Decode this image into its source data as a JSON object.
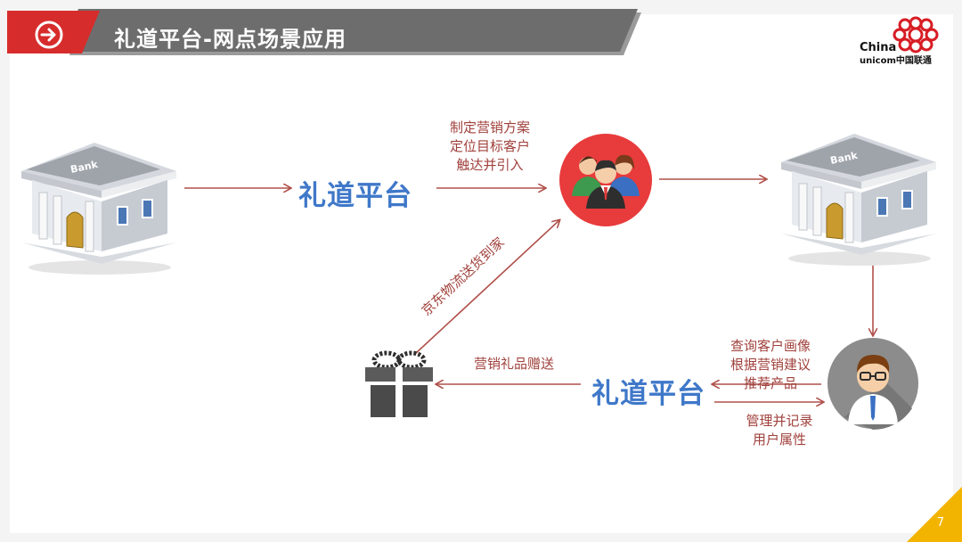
{
  "header": {
    "title": "礼道平台-网点场景应用",
    "arrow_icon": "circle-arrow-right-icon"
  },
  "logo": {
    "line1": "China",
    "line2": "unicom中国联通",
    "icon": "unicom-knot-logo"
  },
  "diagram": {
    "platform_top": "礼道平台",
    "platform_bottom": "礼道平台",
    "caption_top": [
      "制定营销方案",
      "定位目标客户",
      "触达并引入"
    ],
    "caption_diagonal": "京东物流送货到家",
    "caption_gift": "营销礼品赠送",
    "caption_query": [
      "查询客户画像",
      "根据营销建议",
      "推荐产品"
    ],
    "caption_manage": [
      "管理并记录",
      "用户属性"
    ],
    "bank_label_left": "Bank",
    "bank_label_right": "Bank",
    "icons": [
      "bank-icon",
      "customer-group-icon",
      "gift-box-icon",
      "advisor-avatar-icon"
    ]
  },
  "colors": {
    "header_red": "#d72c2c",
    "header_gray": "#6d6d6d",
    "platform_blue": "#3f78c9",
    "caption_red": "#a0413c",
    "arrow": "#b0504a",
    "group_circle": "#e83b3b",
    "page_corner": "#f2b400"
  },
  "page": {
    "number": "7"
  }
}
